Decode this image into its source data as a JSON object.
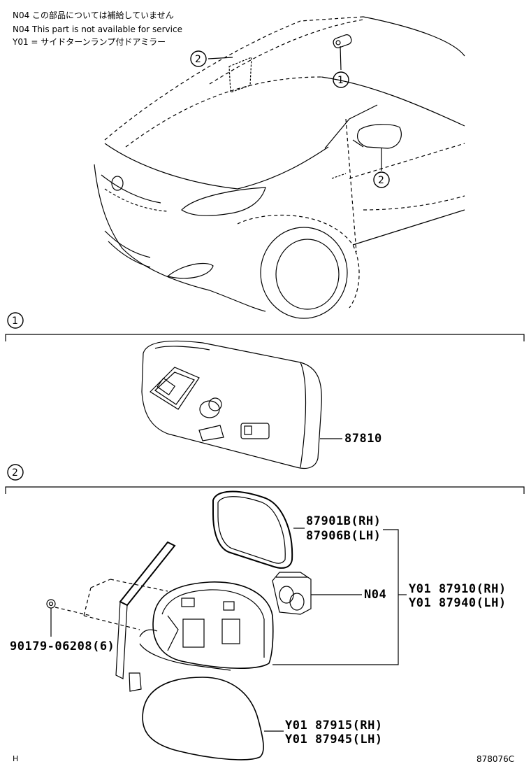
{
  "notes": [
    "N04 この部品については補給していません",
    "N04 This part is not available for service",
    "Y01 = サイドターンランプ付ドアミラー"
  ],
  "callouts": {
    "one": "1",
    "two": "2"
  },
  "sections": [
    {
      "marker": "1",
      "parts": [
        "87810"
      ]
    },
    {
      "marker": "2",
      "parts": [
        "87901B(RH)",
        "87906B(LH)",
        "N04",
        "Y01 87910(RH)",
        "Y01 87940(LH)",
        "90179-06208(6)",
        "Y01 87915(RH)",
        "Y01 87945(LH)"
      ]
    }
  ],
  "footer": {
    "left": "H",
    "right": "878076C"
  }
}
